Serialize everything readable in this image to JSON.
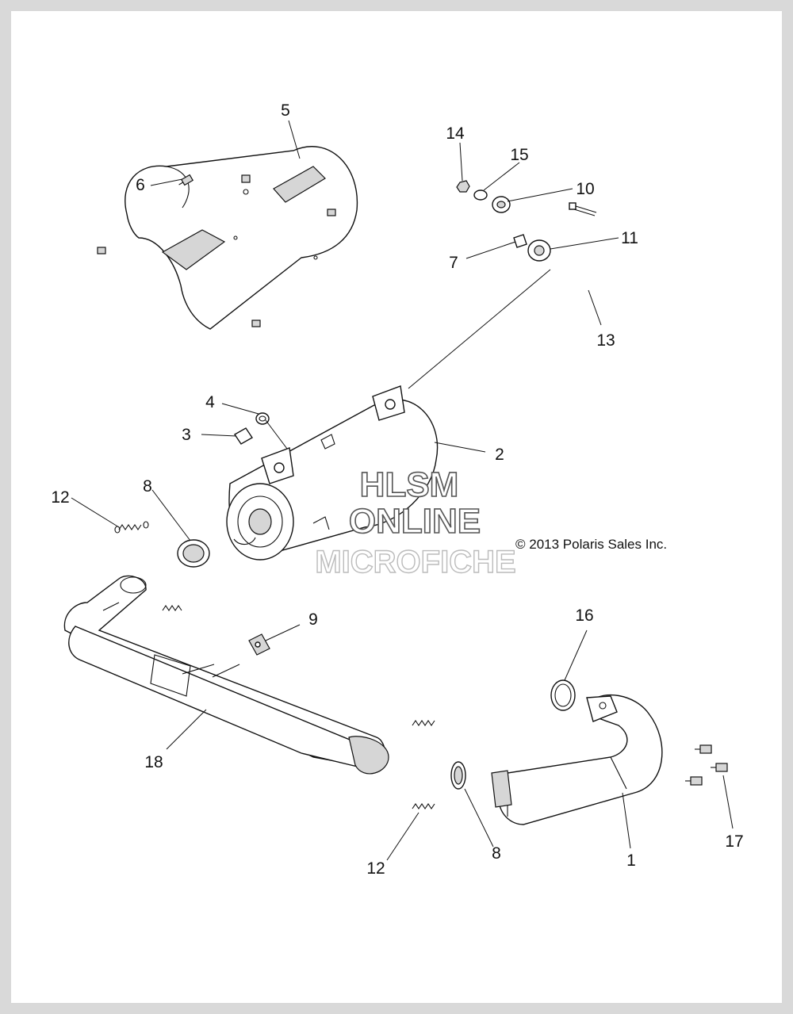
{
  "diagram": {
    "copyright": "© 2013 Polaris Sales Inc.",
    "watermark": {
      "line1": "HLSM",
      "line2": "ONLINE",
      "line3": "MICROFICHE"
    },
    "callouts": {
      "c1": "1",
      "c2": "2",
      "c3": "3",
      "c4": "4",
      "c5": "5",
      "c6": "6",
      "c7": "7",
      "c8a": "8",
      "c8b": "8",
      "c9": "9",
      "c10": "10",
      "c11": "11",
      "c12a": "12",
      "c12b": "12",
      "c13": "13",
      "c14": "14",
      "c15": "15",
      "c16": "16",
      "c17": "17",
      "c18": "18"
    }
  }
}
